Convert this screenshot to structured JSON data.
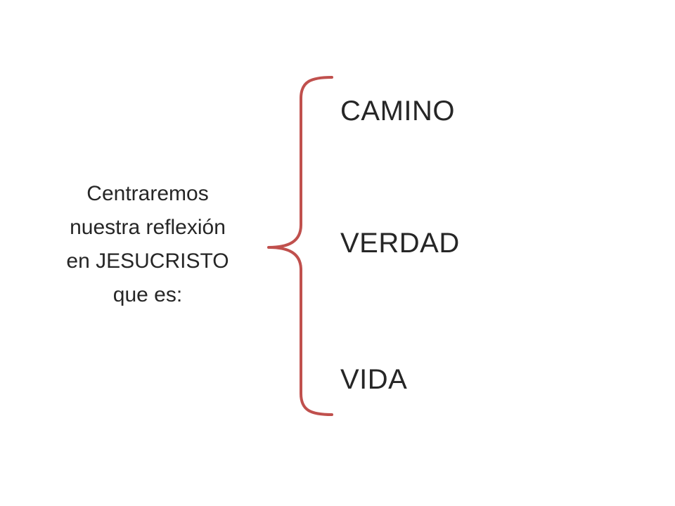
{
  "slide": {
    "intro_lines": [
      "Centraremos",
      "nuestra reflexión",
      "en JESUCRISTO",
      "que es:"
    ],
    "terms": [
      "CAMINO",
      "VERDAD",
      "VIDA"
    ],
    "brace_color": "#c0504d",
    "text_color": "#262626",
    "background": "#ffffff"
  }
}
